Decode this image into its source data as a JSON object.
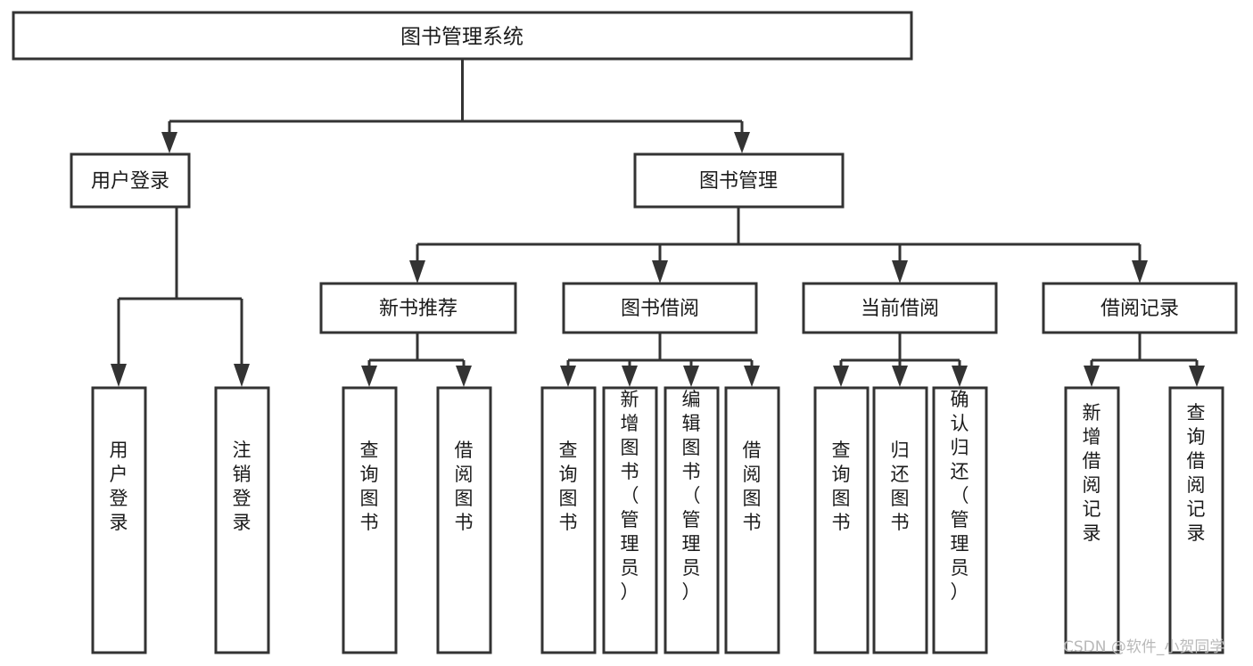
{
  "diagram": {
    "title": "图书管理系统",
    "type": "tree-hierarchy-diagram",
    "colors": {
      "box_fill": "#ffffff",
      "box_stroke": "#333333",
      "text": "#1b1b1b",
      "background": "#ffffff",
      "watermark": "#b9b9b9"
    },
    "root": {
      "label": "图书管理系统"
    },
    "level2": {
      "user_login": "用户登录",
      "book_manage": "图书管理"
    },
    "level3": {
      "new_book_rec": "新书推荐",
      "book_borrow": "图书借阅",
      "current_borrow": "当前借阅",
      "borrow_record": "借阅记录"
    },
    "leaves": {
      "user_login_1": "用户登录",
      "user_login_2": "注销登录",
      "new_book_rec_1": "查询图书",
      "new_book_rec_2": "借阅图书",
      "book_borrow_1": "查询图书",
      "book_borrow_2": "新增图书（管理员）",
      "book_borrow_3": "编辑图书（管理员）",
      "book_borrow_4": "借阅图书",
      "current_borrow_1": "查询图书",
      "current_borrow_2": "归还图书",
      "current_borrow_3": "确认归还（管理员）",
      "borrow_record_1": "新增借阅记录",
      "borrow_record_2": "查询借阅记录"
    },
    "watermark": "CSDN @软件_小贺同学"
  }
}
